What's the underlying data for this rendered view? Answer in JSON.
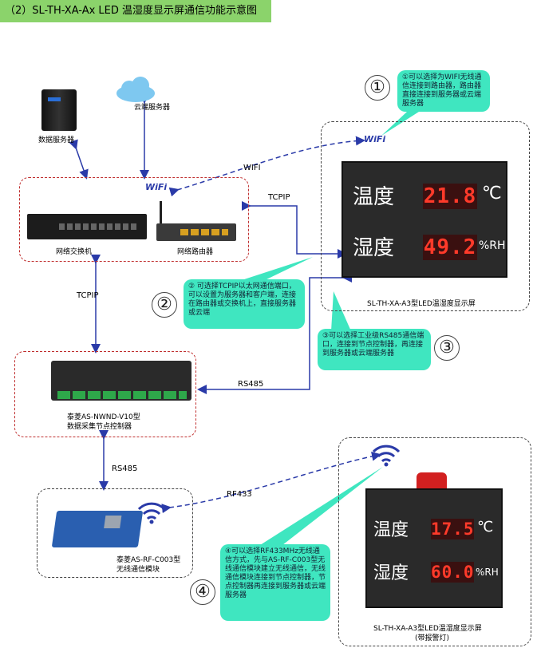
{
  "title": "（2）SL-TH-XA-Ax LED 温湿度显示屏通信功能示意图",
  "devices": {
    "data_server": "数据服务器",
    "cloud_server": "云端服务器",
    "switch": "网络交换机",
    "router": "网络路由器",
    "controller_line1": "泰菱AS-NWND-V10型",
    "controller_line2": "数据采集节点控制器",
    "wireless_line1": "泰菱AS-RF-C003型",
    "wireless_line2": "无线通信模块",
    "display1": "SL-TH-XA-A3型LED温湿度显示屏",
    "display2_line1": "SL-TH-XA-A3型LED温湿度显示屏",
    "display2_line2": "(带报警灯)"
  },
  "connections": {
    "wifi": "WIFI",
    "tcpip_top": "TCPIP",
    "tcpip_left": "TCPIP",
    "rs485_mid": "RS485",
    "rs485_left": "RS485",
    "rf433": "RF433"
  },
  "wifi_logo": "WiFi",
  "notes": {
    "n1": "①可以选择为WIFI无线通信连接到路由器，路由器直接连接到服务器或云端服务器",
    "n2": "② 可选择TCPIP以太网通信端口，可以设置为服务器和客户端，连接在路由器或交换机上，直接服务器或云端",
    "n3": "③可以选择工业级RS485通信端口，连接到节点控制器，再连接到服务器或云端服务器",
    "n4": "④可以选择RF433MHz无线通信方式，先与AS-RF-C003型无线通信模块建立无线通信，无线通信模块连接到节点控制器，节点控制器再连接到服务器或云端服务器"
  },
  "markers": [
    "①",
    "②",
    "③",
    "④"
  ],
  "display1_readings": {
    "temp_label": "温度",
    "temp": "21.8",
    "temp_unit": "℃",
    "hum_label": "湿度",
    "hum": "49.2",
    "hum_unit": "%RH"
  },
  "display2_readings": {
    "temp_label": "温度",
    "temp": "17.5",
    "temp_unit": "℃",
    "hum_label": "湿度",
    "hum": "60.0",
    "hum_unit": "%RH"
  },
  "colors": {
    "title_bg": "#8bd36b",
    "note_bg": "#3fe6c0",
    "line": "#2a3aa8",
    "led": "#ff3a2a"
  }
}
